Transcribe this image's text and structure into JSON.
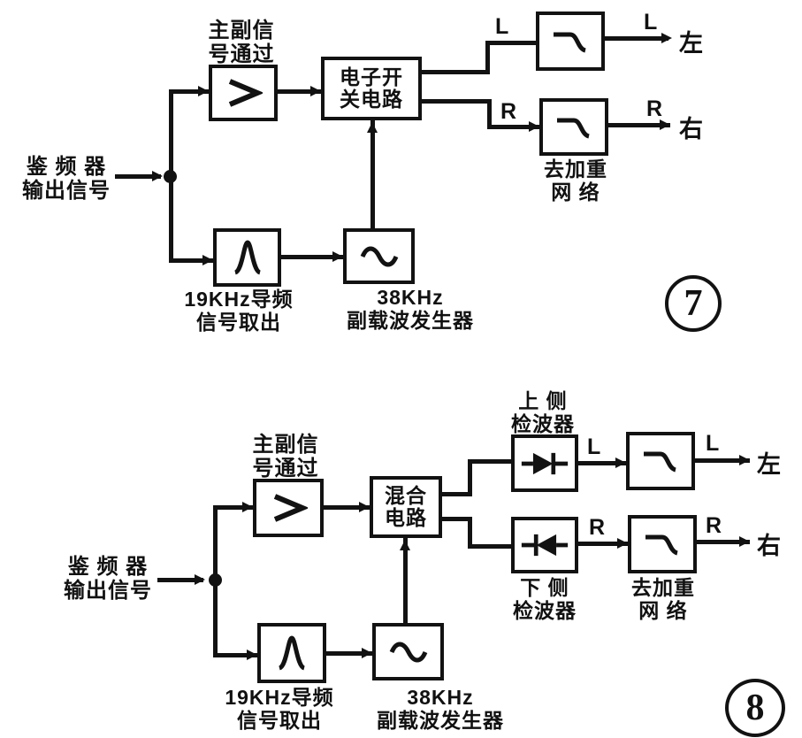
{
  "figure7": {
    "number": "7",
    "input_caption": {
      "line1": "鉴 频 器",
      "line2": "输出信号"
    },
    "amp_caption": {
      "line1": "主副信",
      "line2": "号通过"
    },
    "switch_block": {
      "line1": "电子开",
      "line2": "关电路"
    },
    "pilot_caption": {
      "line1": "19KHz导频",
      "line2": "信号取出"
    },
    "subcarrier_caption": {
      "line1": "38KHz",
      "line2": "副载波发生器"
    },
    "deemphasis_caption": {
      "line1": "去加重",
      "line2": "网 络"
    },
    "wire_labels": {
      "l_in": "L",
      "r_in": "R",
      "l_out": "L",
      "r_out": "R"
    },
    "outputs": {
      "left": "左",
      "right": "右"
    }
  },
  "figure8": {
    "number": "8",
    "input_caption": {
      "line1": "鉴 频 器",
      "line2": "输出信号"
    },
    "amp_caption": {
      "line1": "主副信",
      "line2": "号通过"
    },
    "mixer_block": {
      "line1": "混合",
      "line2": "电路"
    },
    "upper_detector_caption": {
      "line1": "上  侧",
      "line2": "检波器"
    },
    "lower_detector_caption": {
      "line1": "下  侧",
      "line2": "检波器"
    },
    "pilot_caption": {
      "line1": "19KHz导频",
      "line2": "信号取出"
    },
    "subcarrier_caption": {
      "line1": "38KHz",
      "line2": "副载波发生器"
    },
    "deemphasis_caption": {
      "line1": "去加重",
      "line2": "网 络"
    },
    "wire_labels": {
      "l_mid": "L",
      "r_mid": "R",
      "l_out": "L",
      "r_out": "R"
    },
    "outputs": {
      "left": "左",
      "right": "右"
    }
  },
  "icons": {
    "amplifier-chevron-icon": "gain stage chevron (>)",
    "bandpass-peak-icon": "band-pass response peak",
    "sine-wave-icon": "oscillator sine wave",
    "lowpass-curve-icon": "de-emphasis roll-off curve",
    "diode-right-icon": "diode pointing right",
    "diode-left-icon": "diode pointing left"
  },
  "colors": {
    "ink": "#121212",
    "paper": "#ffffff"
  }
}
